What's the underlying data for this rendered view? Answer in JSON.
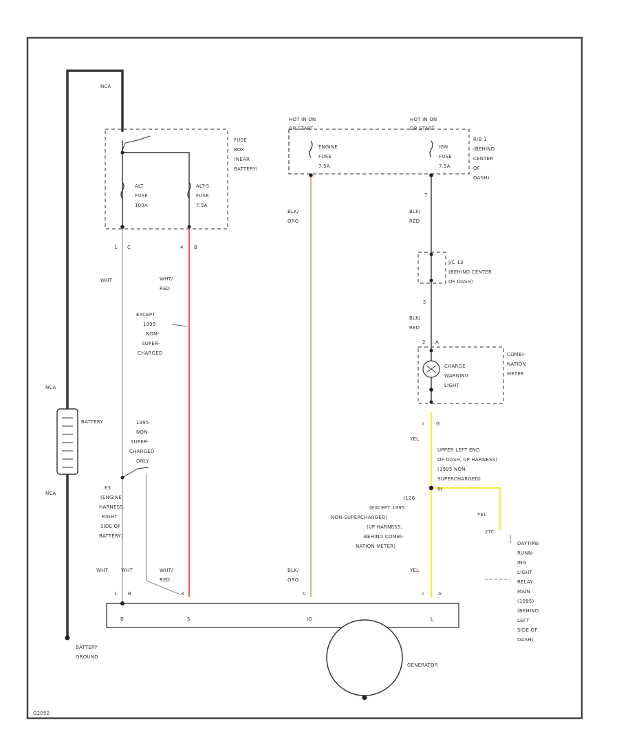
{
  "colors": {
    "frame": "#444444",
    "black_wire": "#333333",
    "white_wire": "#9a9a9a",
    "red_wire": "#e53935",
    "orange_wire": "#d9a07a",
    "yellow_wire": "#f2f23a"
  },
  "labels": {
    "nca_top": "NCA",
    "fuse_box": [
      "FUSE",
      "BOX",
      "(NEAR",
      "BATTERY)"
    ],
    "alt_fuse": [
      "ALT",
      "FUSE",
      "100A"
    ],
    "alts_fuse": [
      "ALT-S",
      "FUSE",
      "7.5A"
    ],
    "hot_left": [
      "HOT IN ON",
      "OR START"
    ],
    "hot_right": [
      "HOT IN ON",
      "OR START"
    ],
    "engine_fuse": [
      "ENGINE",
      "FUSE",
      "7.5A"
    ],
    "ign_fuse": [
      "IGN",
      "FUSE",
      "7.5A"
    ],
    "rb1": [
      "R/B 1",
      "(BEHIND",
      "CENTER",
      "OF",
      "DASH)"
    ],
    "pin_1": "1",
    "pin_c": "C",
    "pin_4": "4",
    "pin_b": "B",
    "pin_7": "7",
    "pin_5": "5",
    "pin_2": "2",
    "pin_a": "A",
    "pin_i": "I",
    "pin_g": "G",
    "pin_3": "3",
    "wht_1": "WHT",
    "wht_red_1": [
      "WHT/",
      "RED"
    ],
    "blk_org_1": [
      "BLK/",
      "ORG"
    ],
    "blk_red_1": [
      "BLK/",
      "RED"
    ],
    "blk_red_2": [
      "BLK/",
      "RED"
    ],
    "jc": [
      "J/C 13",
      "(BEHIND CENTER",
      "OF DASH)"
    ],
    "except": [
      "EXCEPT",
      "1995",
      "NON-",
      "SUPER-",
      "CHARGED"
    ],
    "charge_light": [
      "CHARGE",
      "WARNING",
      "LIGHT"
    ],
    "combination": [
      "COMBI-",
      "NATION",
      "METER"
    ],
    "nca_mid": "NCA",
    "battery": "BATTERY",
    "nca_low": "NCA",
    "non_super_only": [
      "1995",
      "NON-",
      "SUPER-",
      "CHARGED",
      "ONLY"
    ],
    "yel_1": "YEL",
    "upper_left": [
      "UPPER LEFT END",
      "OF DASH, I/P HARNESS)",
      "(1995 NON-",
      "SUPERCHARGED)"
    ],
    "i_conn": "IH",
    "e3": [
      "E3",
      "(ENGINE",
      "HARNESS,",
      "RIGHT",
      "SIDE OF",
      "BATTERY)"
    ],
    "i_conn_text": [
      "I126",
      "(EXCEPT 1995",
      "NON-SUPERCHARGED)",
      "(I/P HARNESS,",
      "BEHIND COMBI-",
      "NATION METER)"
    ],
    "yel_2": "YEL",
    "yel_3": "YEL",
    "tc": "2TC",
    "drl_relay": [
      "DAYTIME",
      "RUNN-",
      "ING",
      "LIGHT",
      "RELAY",
      "MAIN",
      "(1995)",
      "(BEHIND",
      "LEFT",
      "SIDE OF",
      "DASH)"
    ],
    "wht_2": "WHT",
    "wht_3": "WHT",
    "wht_red_2": [
      "WHT/",
      "RED"
    ],
    "blk_org_2": [
      "BLK/",
      "ORG"
    ],
    "yel_4": "YEL",
    "gen_b": "B",
    "gen_s": "S",
    "gen_ig": "IG",
    "gen_l": "L",
    "battery_ground": [
      "BATTERY",
      "GROUND"
    ],
    "generator": "GENERATOR",
    "ref_code": "G2052"
  }
}
